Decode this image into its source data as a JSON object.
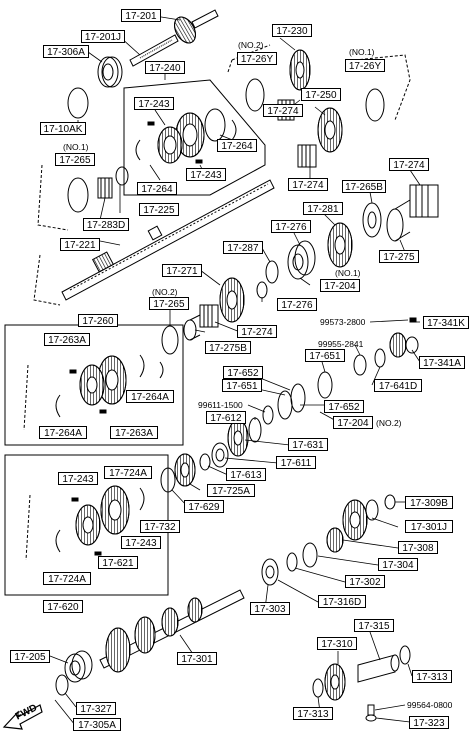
{
  "labels": {
    "l17201": "17-201",
    "l17201j": "17-201J",
    "l17306a": "17-306A",
    "l17240": "17-240",
    "l17230": "17-230",
    "l17226y_no2": "17-26Y",
    "l17226y_no1": "17-26Y",
    "l17250": "17-250",
    "l17274a": "17-274",
    "l17243a": "17-243",
    "l17264a": "17-264",
    "l17264b": "17-264",
    "l17243b": "17-243",
    "l1710ak": "17-10AK",
    "l17265a": "17-265",
    "l17274b": "17-274",
    "l17265b": "17-265B",
    "l17274c": "17-274",
    "l17283d": "17-283D",
    "l17225": "17-225",
    "l17281": "17-281",
    "l17276a": "17-276",
    "l17275": "17-275",
    "l17221": "17-221",
    "l17287": "17-287",
    "l17204a": "17-204",
    "l17271": "17-271",
    "l17265c": "17-265",
    "l17276b": "17-276",
    "l17274d": "17-274",
    "l17275b": "17-275B",
    "l17260": "17-260",
    "l17263a_a": "17-263A",
    "l17264a_a": "17-264A",
    "l17264a_b": "17-264A",
    "l17263a_b": "17-263A",
    "l17341k": "17-341K",
    "l17341a": "17-341A",
    "l17651a": "17-651",
    "l17641d": "17-641D",
    "l17652a": "17-652",
    "l17651b": "17-651",
    "l17652b": "17-652",
    "l17612": "17-612",
    "l17204b": "17-204",
    "l17631": "17-631",
    "l17611": "17-611",
    "l17613": "17-613",
    "l17725a": "17-725A",
    "l17629": "17-629",
    "l17724a_a": "17-724A",
    "l17243c": "17-243",
    "l17732": "17-732",
    "l17243d": "17-243",
    "l17621": "17-621",
    "l17724a_b": "17-724A",
    "l17620": "17-620",
    "l17309b": "17-309B",
    "l17301j": "17-301J",
    "l17308": "17-308",
    "l17304": "17-304",
    "l17302": "17-302",
    "l17316d": "17-316D",
    "l17303": "17-303",
    "l17301": "17-301",
    "l17205": "17-205",
    "l17327": "17-327",
    "l17305a": "17-305A",
    "l17315": "17-315",
    "l17310": "17-310",
    "l17313a": "17-313",
    "l17313b": "17-313",
    "l17323": "17-323"
  },
  "notes": {
    "no2_top": "(NO.2)",
    "no1_top": "(NO.1)",
    "no1_left": "(NO.1)",
    "no2_mid": "(NO.2)",
    "no1_204": "(NO.1)",
    "no2_204": "(NO.2)",
    "p99573": "99573-2800",
    "p99955": "99955-2841",
    "p99611": "99611-1500",
    "p99564": "99564-0800"
  },
  "fwd": "FWD"
}
